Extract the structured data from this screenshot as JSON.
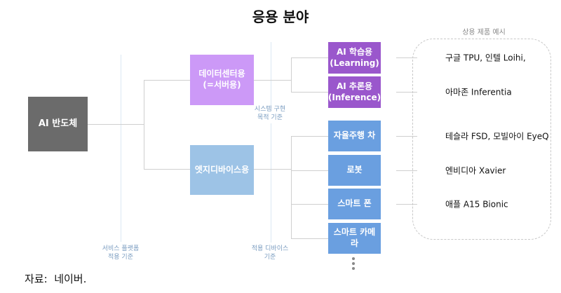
{
  "title": "응용 분야",
  "root_node": "AI 반도체",
  "categories": {
    "datacenter": "데이터센터용\n(=서버용)",
    "edge": "엣지디바이스용"
  },
  "datacenter_children": [
    "AI 학습용\n(Learning)",
    "AI 추론용\n(Inference)"
  ],
  "edge_children": [
    "자율주행 차",
    "로봇",
    "스마트 폰",
    "스마트 카메\n라"
  ],
  "guide_labels": {
    "service_platform": "서비스 플랫폼\n적용 기준",
    "system_purpose": "시스템 구현\n목적 기준",
    "device": "적용 디바이스\n기준"
  },
  "examples_label": "상용 제품 예시",
  "examples": [
    "구글 TPU, 인텔 Loihi,",
    "아마존 Inferentia",
    "테슬라 FSD, 모빌아이 EyeQ",
    "엔비디아 Xavier",
    "애플 A15 Bionic"
  ],
  "source": "자료:  네이버."
}
